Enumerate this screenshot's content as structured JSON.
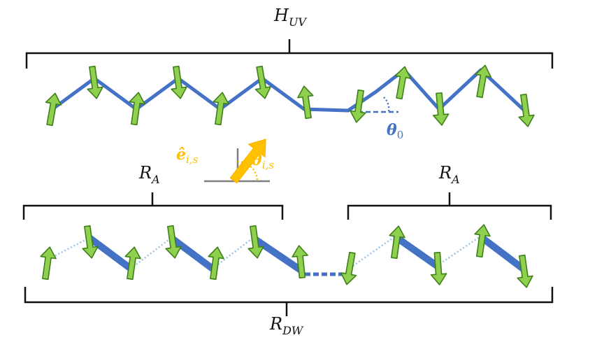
{
  "labels": {
    "h_uv": {
      "main": "H",
      "sub": "UV"
    },
    "r_dw": {
      "main": "R",
      "sub": "DW"
    },
    "r_a_left": {
      "main": "R",
      "sub": "A"
    },
    "r_a_right": {
      "main": "R",
      "sub": "A"
    },
    "theta_0": {
      "main": "θ",
      "sub": "0"
    },
    "unit_vector": {
      "main": "ê",
      "sub": "i,s"
    },
    "theta_is": {
      "main": "θ",
      "sub": "i,s"
    }
  },
  "colors": {
    "chain": "#4472c4",
    "spin_fill": "#8fd14f",
    "spin_stroke": "#3f7f1a",
    "bracket": "#111111",
    "annotation_orange": "#ffc000",
    "angle_axis": "#7f7f7f",
    "text": "#111111"
  },
  "icons": {
    "spin": "spin-arrow-icon",
    "unit_vector": "orange-arrow-icon"
  }
}
